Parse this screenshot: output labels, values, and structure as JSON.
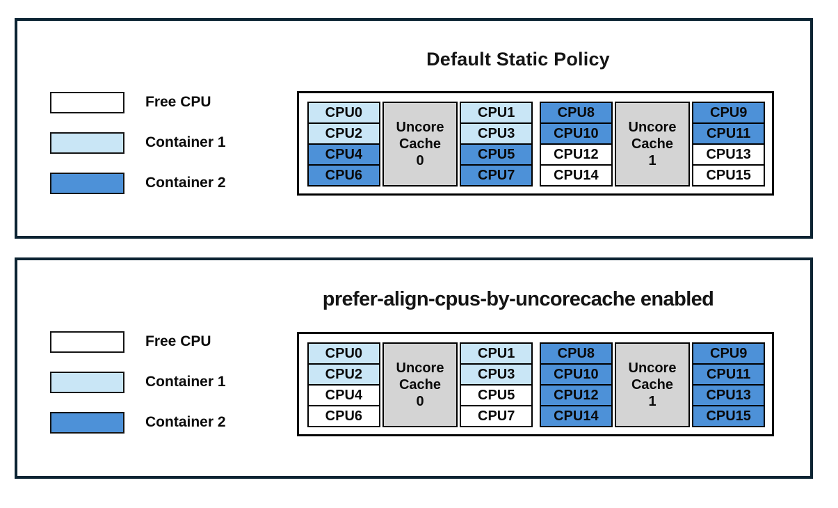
{
  "colors": {
    "free": "#ffffff",
    "container1": "#c9e6f6",
    "container2": "#4d91d8",
    "uncore": "#d4d4d4",
    "panel_border": "#0c2433"
  },
  "legend": [
    {
      "label": "Free CPU",
      "state": "free"
    },
    {
      "label": "Container 1",
      "state": "container1"
    },
    {
      "label": "Container 2",
      "state": "container2"
    }
  ],
  "panels": [
    {
      "title": "Default Static Policy",
      "groups": [
        {
          "cache_label_lines": [
            "Uncore",
            "Cache",
            "0"
          ],
          "left_cpus": [
            {
              "label": "CPU0",
              "state": "container1"
            },
            {
              "label": "CPU2",
              "state": "container1"
            },
            {
              "label": "CPU4",
              "state": "container2"
            },
            {
              "label": "CPU6",
              "state": "container2"
            }
          ],
          "right_cpus": [
            {
              "label": "CPU1",
              "state": "container1"
            },
            {
              "label": "CPU3",
              "state": "container1"
            },
            {
              "label": "CPU5",
              "state": "container2"
            },
            {
              "label": "CPU7",
              "state": "container2"
            }
          ]
        },
        {
          "cache_label_lines": [
            "Uncore",
            "Cache",
            "1"
          ],
          "left_cpus": [
            {
              "label": "CPU8",
              "state": "container2"
            },
            {
              "label": "CPU10",
              "state": "container2"
            },
            {
              "label": "CPU12",
              "state": "free"
            },
            {
              "label": "CPU14",
              "state": "free"
            }
          ],
          "right_cpus": [
            {
              "label": "CPU9",
              "state": "container2"
            },
            {
              "label": "CPU11",
              "state": "container2"
            },
            {
              "label": "CPU13",
              "state": "free"
            },
            {
              "label": "CPU15",
              "state": "free"
            }
          ]
        }
      ]
    },
    {
      "title": "prefer-align-cpus-by-uncorecache enabled",
      "groups": [
        {
          "cache_label_lines": [
            "Uncore",
            "Cache",
            "0"
          ],
          "left_cpus": [
            {
              "label": "CPU0",
              "state": "container1"
            },
            {
              "label": "CPU2",
              "state": "container1"
            },
            {
              "label": "CPU4",
              "state": "free"
            },
            {
              "label": "CPU6",
              "state": "free"
            }
          ],
          "right_cpus": [
            {
              "label": "CPU1",
              "state": "container1"
            },
            {
              "label": "CPU3",
              "state": "container1"
            },
            {
              "label": "CPU5",
              "state": "free"
            },
            {
              "label": "CPU7",
              "state": "free"
            }
          ]
        },
        {
          "cache_label_lines": [
            "Uncore",
            "Cache",
            "1"
          ],
          "left_cpus": [
            {
              "label": "CPU8",
              "state": "container2"
            },
            {
              "label": "CPU10",
              "state": "container2"
            },
            {
              "label": "CPU12",
              "state": "container2"
            },
            {
              "label": "CPU14",
              "state": "container2"
            }
          ],
          "right_cpus": [
            {
              "label": "CPU9",
              "state": "container2"
            },
            {
              "label": "CPU11",
              "state": "container2"
            },
            {
              "label": "CPU13",
              "state": "container2"
            },
            {
              "label": "CPU15",
              "state": "container2"
            }
          ]
        }
      ]
    }
  ]
}
